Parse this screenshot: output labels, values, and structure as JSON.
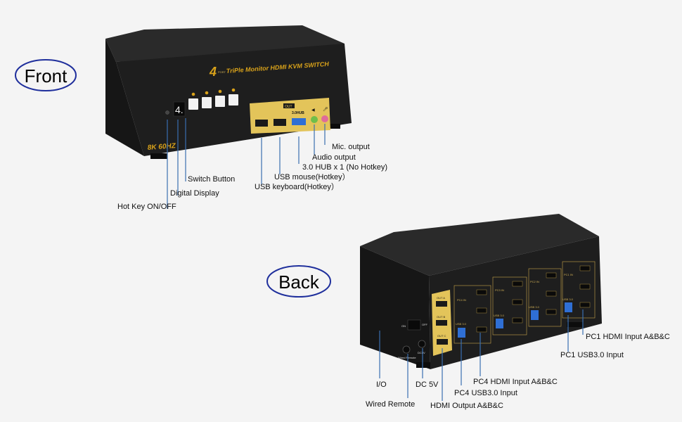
{
  "front": {
    "section_label": "Front",
    "product_title": "TriPle Monitor HDMI KVM SWITCH",
    "product_port_number": "4",
    "product_port_word": "PORT",
    "resolution_badge": "8K 60HZ",
    "display_digit": "4.",
    "hub_label": "3.0HUB",
    "out_label": "OUT",
    "callouts": {
      "hotkey": "Hot Key ON/OFF",
      "digital_display": "Digital Display",
      "switch_button": "Switch Button",
      "usb_keyboard": "USB keyboard(Hotkey）",
      "usb_mouse": "USB mouse(Hotkey）",
      "hub": "3.0 HUB x 1 (No Hotkey)",
      "audio": "Audio output",
      "mic": "Mic. output"
    }
  },
  "back": {
    "section_label": "Back",
    "hdmi_out_labels": [
      "OUT A",
      "OUT B",
      "OUT C"
    ],
    "pc_labels": [
      "PC4 IN",
      "PC3 IN",
      "PC2 IN",
      "PC1 IN"
    ],
    "usb_port_label": "USB 3.0",
    "switch_on": "ON",
    "switch_off": "OFF",
    "remote_label": "Wired Remote",
    "dc_label": "DC5V",
    "callouts": {
      "pc1_hdmi": "PC1 HDMI Input A&B&C",
      "pc1_usb": "PC1 USB3.0 Input",
      "io": "I/O",
      "dc": "DC 5V",
      "pc4_hdmi": "PC4 HDMI Input A&B&C",
      "pc4_usb": "PC4 USB3.0 Input",
      "wired_remote": "Wired Remote",
      "hdmi_output": "HDMI Output A&B&C"
    }
  },
  "colors": {
    "background": "#f4f4f4",
    "device_body": "#1c1c1c",
    "gold_panel": "#e3c45a",
    "lead_line": "#3a6fb0",
    "label_oval": "#1f2f9c"
  }
}
